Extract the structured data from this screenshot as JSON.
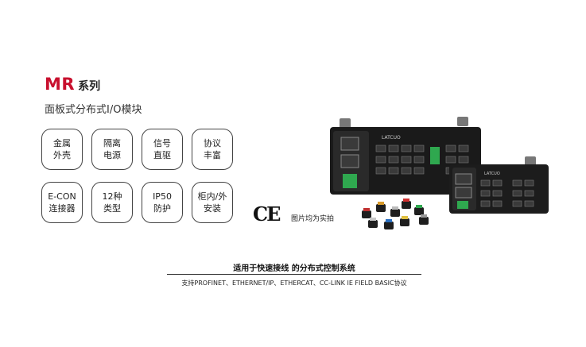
{
  "header": {
    "brand": "MR",
    "series": "系列"
  },
  "subtitle": "面板式分布式I/O模块",
  "features": [
    {
      "label": "金属\n外壳"
    },
    {
      "label": "隔离\n电源"
    },
    {
      "label": "信号\n直驱"
    },
    {
      "label": "协议\n丰富"
    },
    {
      "label": "E-CON\n连接器"
    },
    {
      "label": "12种\n类型"
    },
    {
      "label": "IP50\n防护"
    },
    {
      "label": "柜内/外\n安装"
    }
  ],
  "certification": "CE",
  "photo_note": "图片均为实拍",
  "product_labels": {
    "module_a": "LATCUO",
    "module_b": "LATCUO"
  },
  "banner": {
    "title": "适用于快速接线 的分布式控制系统",
    "subtitle": "支持PROFINET、ETHERNET/IP、ETHERCAT、CC-LINK IE FIELD BASIC协议"
  },
  "colors": {
    "brand_red": "#c8102e",
    "module_body": "#1a1a1a",
    "terminal_green": "#2fa84f"
  }
}
